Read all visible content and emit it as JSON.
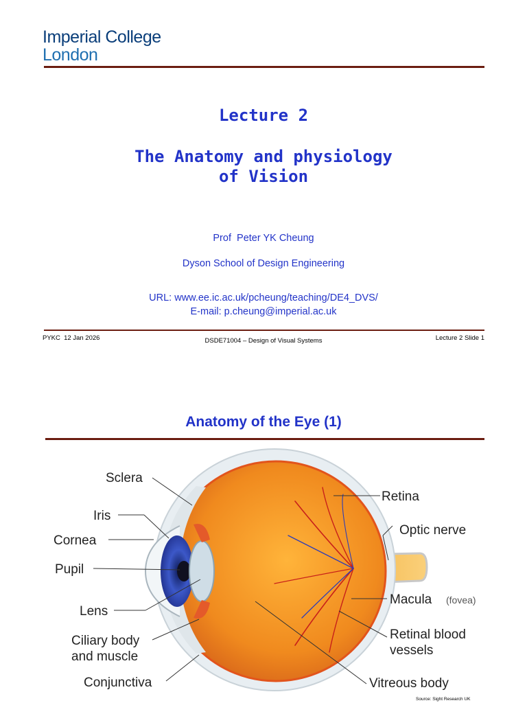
{
  "logo": {
    "line1": "Imperial College",
    "line2": "London"
  },
  "slide1": {
    "lecture_number": "Lecture 2",
    "title_line1": "The Anatomy and physiology",
    "title_line2": "of Vision",
    "author": "Prof  Peter YK Cheung",
    "school": "Dyson School of Design Engineering",
    "url": "URL: www.ee.ic.ac.uk/pcheung/teaching/DE4_DVS/",
    "email": "E-mail: p.cheung@imperial.ac.uk"
  },
  "footer": {
    "left": "PYKC  12 Jan 2026",
    "center": "DSDE71004 – Design of Visual Systems",
    "right": "Lecture 2 Slide 1"
  },
  "slide2": {
    "title": "Anatomy of the Eye (1)",
    "labels_left": [
      "Sclera",
      "Iris",
      "Cornea",
      "Pupil",
      "Lens",
      "Ciliary body",
      "and muscle",
      "Conjunctiva"
    ],
    "labels_right": [
      "Retina",
      "Optic nerve",
      "Macula",
      "(fovea)",
      "Retinal blood",
      "vessels",
      "Vitreous body"
    ],
    "source": "Source: Sight Research UK"
  },
  "colors": {
    "title_blue": "#2233c8",
    "rule": "#6b1d10",
    "logo_dark": "#0a3e7a",
    "logo_light": "#1f6fb0"
  }
}
